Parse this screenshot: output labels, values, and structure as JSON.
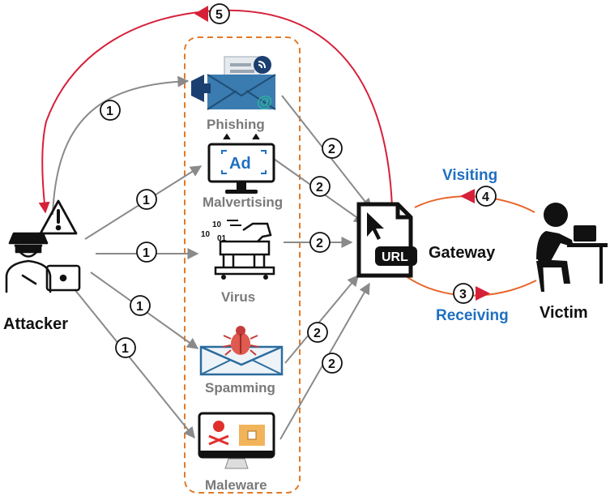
{
  "nodes": {
    "attacker": "Attacker",
    "gateway": "Gateway",
    "victim": "Victim",
    "url_tag": "URL",
    "ad_tag": "Ad",
    "virus_bits": [
      "10",
      "10",
      "01"
    ]
  },
  "channels": [
    "Phishing",
    "Malvertising",
    "Virus",
    "Spamming",
    "Maleware"
  ],
  "edge_labels": {
    "visiting": "Visiting",
    "receiving": "Receiving"
  },
  "steps": {
    "s1": "1",
    "s2": "2",
    "s3": "3",
    "s4": "4",
    "s5": "5"
  },
  "colors": {
    "gray_arrow": "#8a8a8a",
    "red_arrow": "#d6203a",
    "orange_arrow": "#e8652a",
    "dashed_box": "#e07a2a",
    "blue_label": "#1f6fc0",
    "email_blue": "#2b6c9e",
    "at_green": "#2bb39a"
  }
}
